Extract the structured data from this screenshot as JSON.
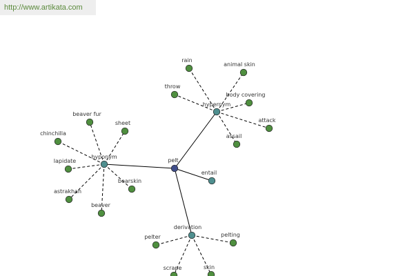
{
  "banner": {
    "url_text": "http://www.artikata.com"
  },
  "colors": {
    "center_node": "#3f4d8a",
    "relation_node": "#4f8f8f",
    "word_node": "#4f8f3f",
    "banner_bg": "#eeeeee",
    "banner_text": "#5b8a3c"
  },
  "graph": {
    "center": {
      "id": "pelt",
      "label": "pelt"
    },
    "relations": [
      {
        "id": "hypernym",
        "label": "hypernym",
        "words": [
          {
            "id": "rain",
            "label": "rain"
          },
          {
            "id": "animal-skin",
            "label": "animal skin"
          },
          {
            "id": "throw",
            "label": "throw"
          },
          {
            "id": "body-covering",
            "label": "body covering"
          },
          {
            "id": "attack",
            "label": "attack"
          },
          {
            "id": "assail",
            "label": "assail"
          }
        ]
      },
      {
        "id": "hyponym",
        "label": "hyponym",
        "words": [
          {
            "id": "beaver-fur",
            "label": "beaver fur"
          },
          {
            "id": "sheet",
            "label": "sheet"
          },
          {
            "id": "chinchilla",
            "label": "chinchilla"
          },
          {
            "id": "lapidate",
            "label": "lapidate"
          },
          {
            "id": "astrakhan",
            "label": "astrakhan"
          },
          {
            "id": "beaver",
            "label": "beaver"
          },
          {
            "id": "bearskin",
            "label": "bearskin"
          }
        ]
      },
      {
        "id": "entail",
        "label": "entail",
        "words": []
      },
      {
        "id": "derivation",
        "label": "derivation",
        "words": [
          {
            "id": "pelter",
            "label": "pelter"
          },
          {
            "id": "pelting",
            "label": "pelting"
          },
          {
            "id": "scrape",
            "label": "scrape"
          },
          {
            "id": "skin",
            "label": "skin"
          }
        ]
      }
    ]
  }
}
